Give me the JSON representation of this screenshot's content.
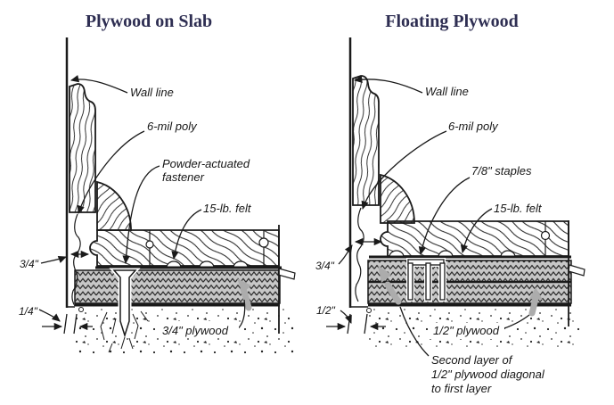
{
  "left": {
    "title": "Plywood on Slab",
    "labels": {
      "wall_line": "Wall line",
      "poly": "6-mil poly",
      "fastener_1": "Powder-actuated",
      "fastener_2": "fastener",
      "felt": "15-lb. felt",
      "gap": "3/4\"",
      "expansion": "1/4\"",
      "plywood": "3/4\" plywood"
    }
  },
  "right": {
    "title": "Floating Plywood",
    "labels": {
      "wall_line": "Wall line",
      "poly": "6-mil poly",
      "staples": "7/8\" staples",
      "felt": "15-lb. felt",
      "gap": "3/4\"",
      "expansion": "1/2\"",
      "plywood": "1/2\" plywood",
      "second_1": "Second layer of",
      "second_2": "1/2\" plywood diagonal",
      "second_3": "to first layer"
    }
  },
  "colors": {
    "title_text": "#2e2e52",
    "line_art": "#1a1a1a",
    "plywood_fill": "#c7c7c7",
    "gray_pointer_arrow": "#acacac",
    "background": "#ffffff"
  }
}
